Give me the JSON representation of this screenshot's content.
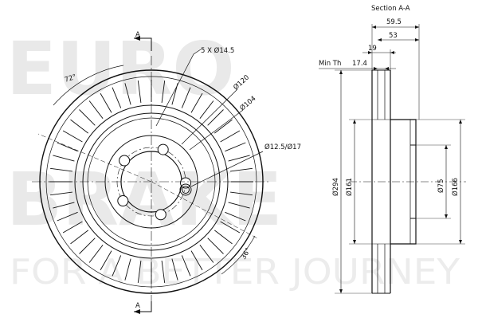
{
  "watermark": {
    "line1": "EURO",
    "line2": "BRAKE",
    "line3": "FOR A BETTER JOURNEY"
  },
  "front_view": {
    "section_marker_top": "A",
    "section_marker_bottom": "A",
    "bolt_holes": "5 X Ø14.5",
    "pcd": "Ø120",
    "hub_diameter": "Ø104",
    "centering": "Ø12.5/Ø17",
    "angle_top": "72°",
    "angle_bottom": "36°"
  },
  "section_view": {
    "title": "Section A-A",
    "overall_height": "59.5",
    "hat_height": "53",
    "thickness": "19",
    "min_thickness_label": "Min Th",
    "min_thickness_value": "17.4",
    "outer_diameter": "Ø294",
    "friction_inner_diameter": "Ø161",
    "center_bore": "Ø75",
    "hat_diameter": "Ø166"
  }
}
